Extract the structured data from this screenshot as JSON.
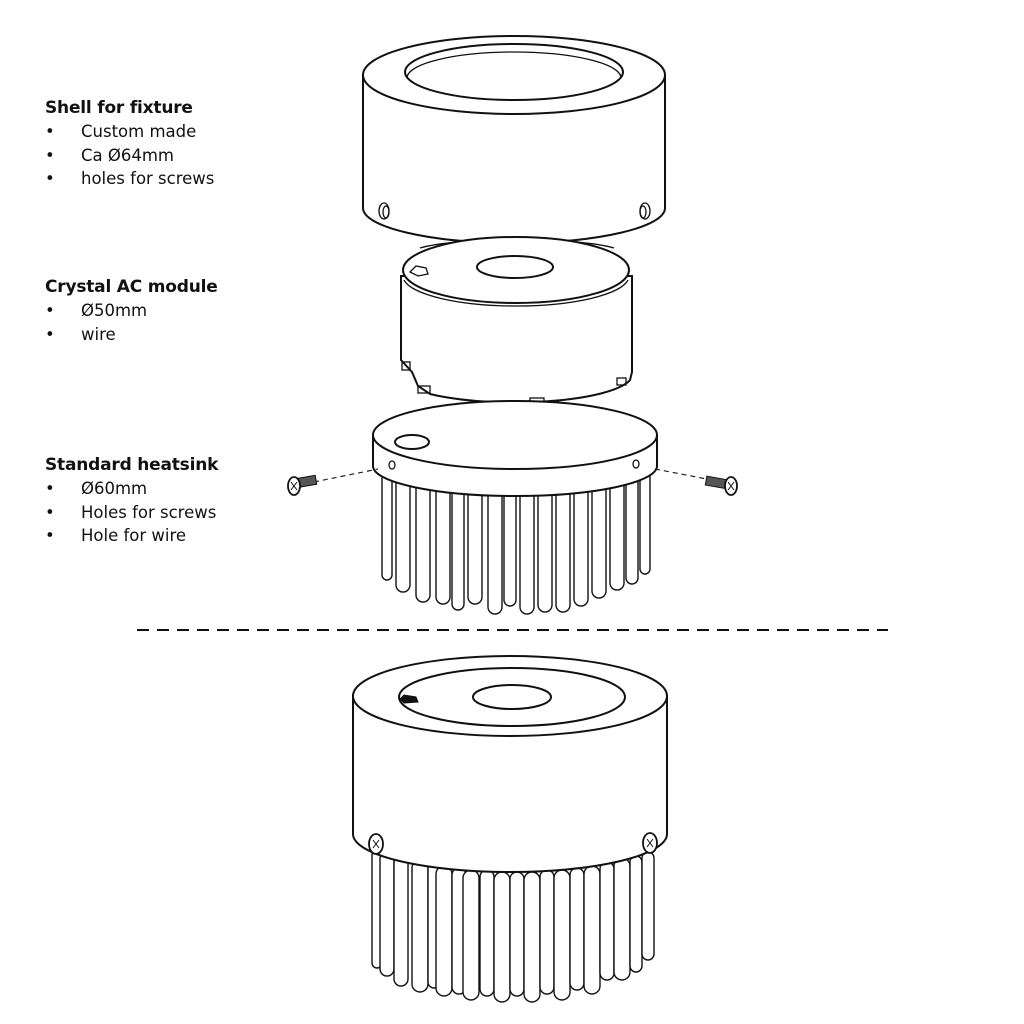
{
  "annotations": [
    {
      "id": "shell",
      "title": "Shell for fixture",
      "bullets": [
        "Custom made",
        "Ca Ø64mm",
        "holes for screws"
      ]
    },
    {
      "id": "module",
      "title": "Crystal AC module",
      "bullets": [
        "Ø50mm",
        "wire"
      ]
    },
    {
      "id": "heatsink",
      "title": "Standard heatsink",
      "bullets": [
        "Ø60mm",
        "Holes for screws",
        "Hole for wire"
      ]
    }
  ],
  "bullet_symbol": "•",
  "drawing": {
    "exploded_view_parts": [
      "shell-for-fixture",
      "crystal-ac-module",
      "standard-heatsink",
      "screw-left",
      "screw-right"
    ],
    "separator": "dashed-line",
    "assembled_view": "assembled-fixture",
    "line_color": "#111111",
    "background": "#ffffff"
  }
}
